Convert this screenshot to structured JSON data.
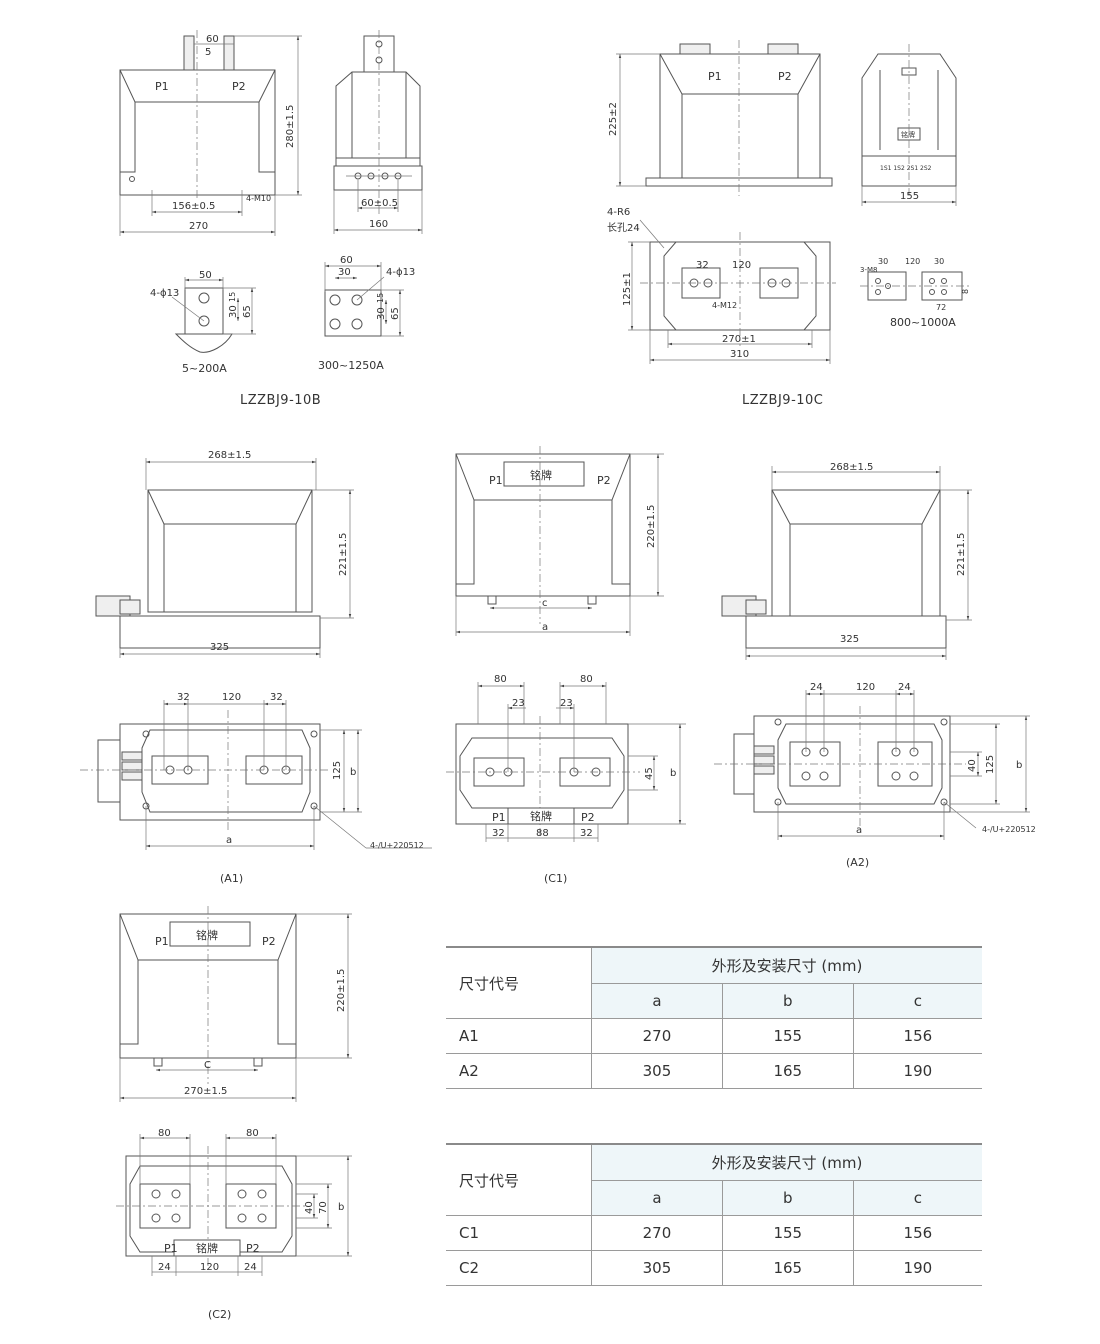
{
  "captions": {
    "model_b": "LZZBJ9-10B",
    "model_c": "LZZBJ9-10C",
    "a1": "(A1)",
    "c1": "(C1)",
    "a2": "(A2)",
    "c2": "(C2)",
    "range_5_200": "5~200A",
    "range_300_1250": "300~1250A",
    "range_800_1000": "800~1000A"
  },
  "labels": {
    "p1": "P1",
    "p2": "P2",
    "nameplate": "铭牌",
    "a": "a",
    "b": "b",
    "c": "c",
    "c_upper": "C",
    "hole_4m10": "4-M10",
    "hole_4m12": "4-M12",
    "hole_4phi13": "4-ϕ13",
    "hole_4r6": "4-R6",
    "slot_24": "长孔24",
    "hole_3m8": "3-M8",
    "screw_a1": "4-/U+220512",
    "screw_a2": "4-/U+220512",
    "terminals": "1S1 1S2   2S1 2S2"
  },
  "dims": {
    "d60": "60",
    "d5": "5",
    "d280": "280±1.5",
    "d156": "156±0.5",
    "d270": "270",
    "d605": "60±0.5",
    "d160": "160",
    "d50": "50",
    "d15": "15",
    "d30": "30",
    "d65": "65",
    "d225": "225±2",
    "d155": "155",
    "d32": "32",
    "d120": "120",
    "d125": "125±1",
    "d2701": "270±1",
    "d310": "310",
    "d72": "72",
    "d8": "8",
    "d268": "268±1.5",
    "d221": "221±1.5",
    "d325": "325",
    "d220": "220±1.5",
    "d125p": "125",
    "d80": "80",
    "d23": "23",
    "d45": "45",
    "d88": "88",
    "d24": "24",
    "d40": "40",
    "d70": "70",
    "d2705": "270±1.5"
  },
  "tables": [
    {
      "code_header": "尺寸代号",
      "group_header": "外形及安装尺寸 (mm)",
      "columns": [
        "a",
        "b",
        "c"
      ],
      "rows": [
        {
          "code": "A1",
          "values": [
            "270",
            "155",
            "156"
          ]
        },
        {
          "code": "A2",
          "values": [
            "305",
            "165",
            "190"
          ]
        }
      ]
    },
    {
      "code_header": "尺寸代号",
      "group_header": "外形及安装尺寸 (mm)",
      "columns": [
        "a",
        "b",
        "c"
      ],
      "rows": [
        {
          "code": "C1",
          "values": [
            "270",
            "155",
            "156"
          ]
        },
        {
          "code": "C2",
          "values": [
            "305",
            "165",
            "190"
          ]
        }
      ]
    }
  ]
}
